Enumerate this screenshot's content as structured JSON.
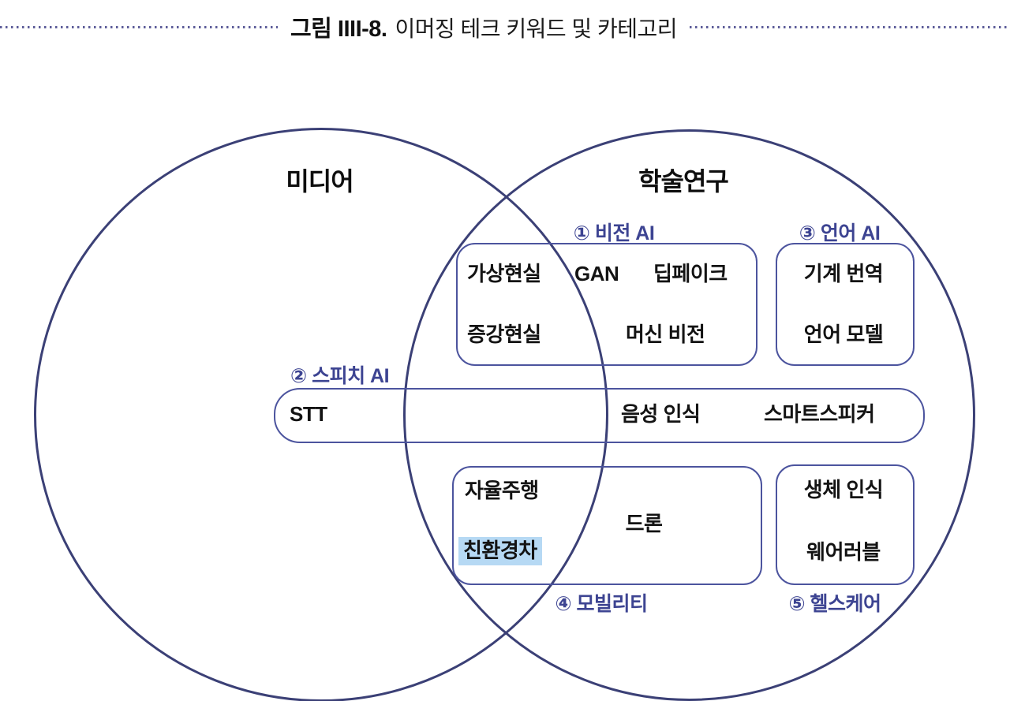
{
  "figure": {
    "title_prefix": "그림 IIII-8.",
    "title_text": "이머징 테크 키워드 및 카테고리"
  },
  "venn": {
    "left_label": "미디어",
    "right_label": "학술연구"
  },
  "categories": {
    "vision": {
      "label": "① 비전 AI",
      "keywords": {
        "vr": "가상현실",
        "gan": "GAN",
        "deepfake": "딥페이크",
        "ar": "증강현실",
        "machine_vision": "머신 비전"
      }
    },
    "speech": {
      "label": "② 스피치 AI",
      "keywords": {
        "stt": "STT",
        "voice_recognition": "음성 인식",
        "smart_speaker": "스마트스피커"
      }
    },
    "language": {
      "label": "③ 언어 AI",
      "keywords": {
        "machine_translation": "기계 번역",
        "language_model": "언어 모델"
      }
    },
    "mobility": {
      "label": "④ 모빌리티",
      "keywords": {
        "autonomous_driving": "자율주행",
        "drone": "드론",
        "eco_car": "친환경차"
      },
      "highlighted_keyword": "친환경차"
    },
    "healthcare": {
      "label": "⑤ 헬스케어",
      "keywords": {
        "biometrics": "생체 인식",
        "wearable": "웨어러블"
      }
    }
  },
  "colors": {
    "circle_stroke": "#3b4076",
    "box_stroke": "#4c549e",
    "category_label": "#3d4492",
    "keyword_text": "#131313",
    "highlight": "#b6d9f4",
    "dotted_rule": "#5d5d99"
  }
}
